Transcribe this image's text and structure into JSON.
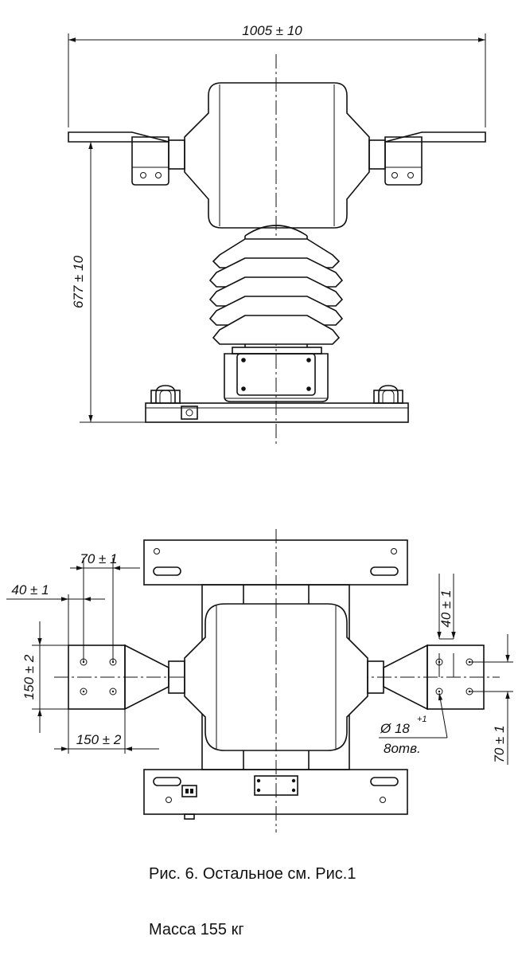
{
  "side_view": {
    "width_dim": "1005 ± 10",
    "height_dim": "677 ± 10"
  },
  "top_view": {
    "dim_70_top": "70 ± 1",
    "dim_40_left": "40 ± 1",
    "dim_150_left": "150 ± 2",
    "dim_150_bottom": "150 ± 2",
    "dim_40_right": "40 ± 1",
    "dim_70_right": "70 ± 1",
    "hole_diameter": "Ø 18",
    "hole_tolerance": "+1",
    "hole_count": "8отв."
  },
  "caption": "Рис. 6. Остальное см. Рис.1",
  "mass": "Масса 155 кг"
}
